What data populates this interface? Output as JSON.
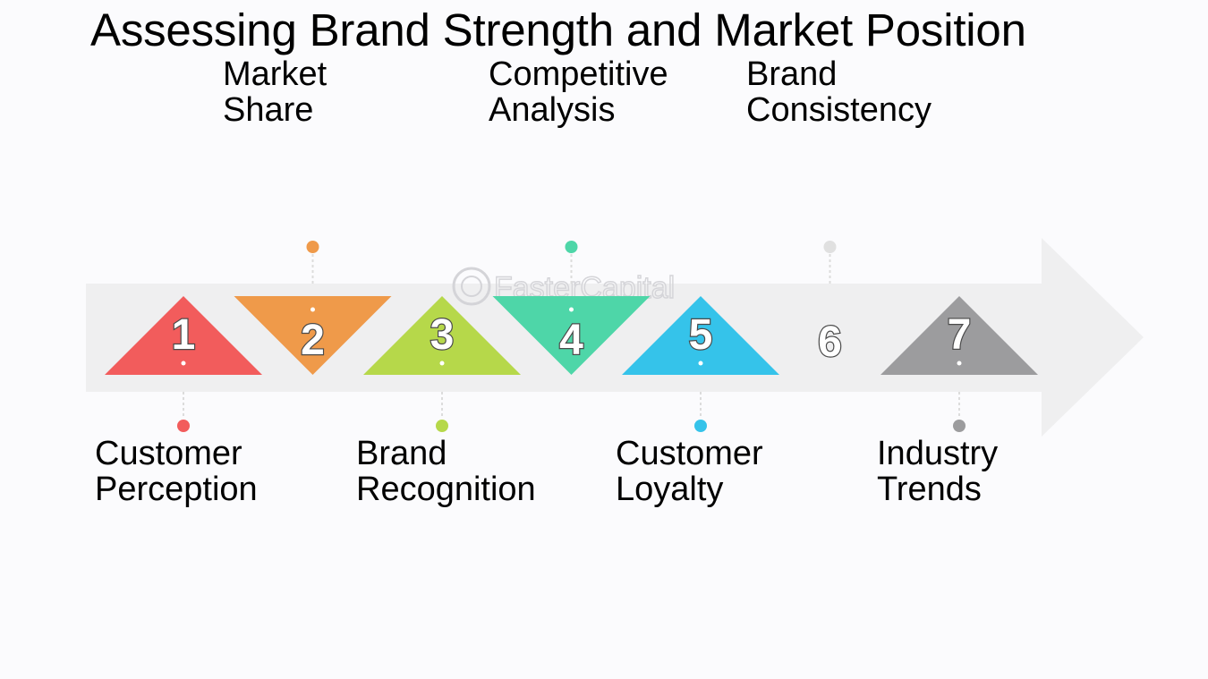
{
  "title": "Assessing Brand Strength and Market Position",
  "watermark": "FasterCapital",
  "steps": [
    {
      "number": "1",
      "lines": [
        "Customer",
        "Perception"
      ],
      "color": "#f25c5c",
      "position": "bottom"
    },
    {
      "number": "2",
      "lines": [
        "Market",
        "Share"
      ],
      "color": "#ef9a4a",
      "position": "top"
    },
    {
      "number": "3",
      "lines": [
        "Brand",
        "Recognition"
      ],
      "color": "#b6d84a",
      "position": "bottom"
    },
    {
      "number": "4",
      "lines": [
        "Competitive",
        "Analysis"
      ],
      "color": "#4ed6a8",
      "position": "top"
    },
    {
      "number": "5",
      "lines": [
        "Customer",
        "Loyalty"
      ],
      "color": "#35c3ea",
      "position": "bottom"
    },
    {
      "number": "6",
      "lines": [
        "Brand",
        "Consistency"
      ],
      "color": "#e0e0e0",
      "position": "top"
    },
    {
      "number": "7",
      "lines": [
        "Industry",
        "Trends"
      ],
      "color": "#9c9c9e",
      "position": "bottom"
    }
  ]
}
